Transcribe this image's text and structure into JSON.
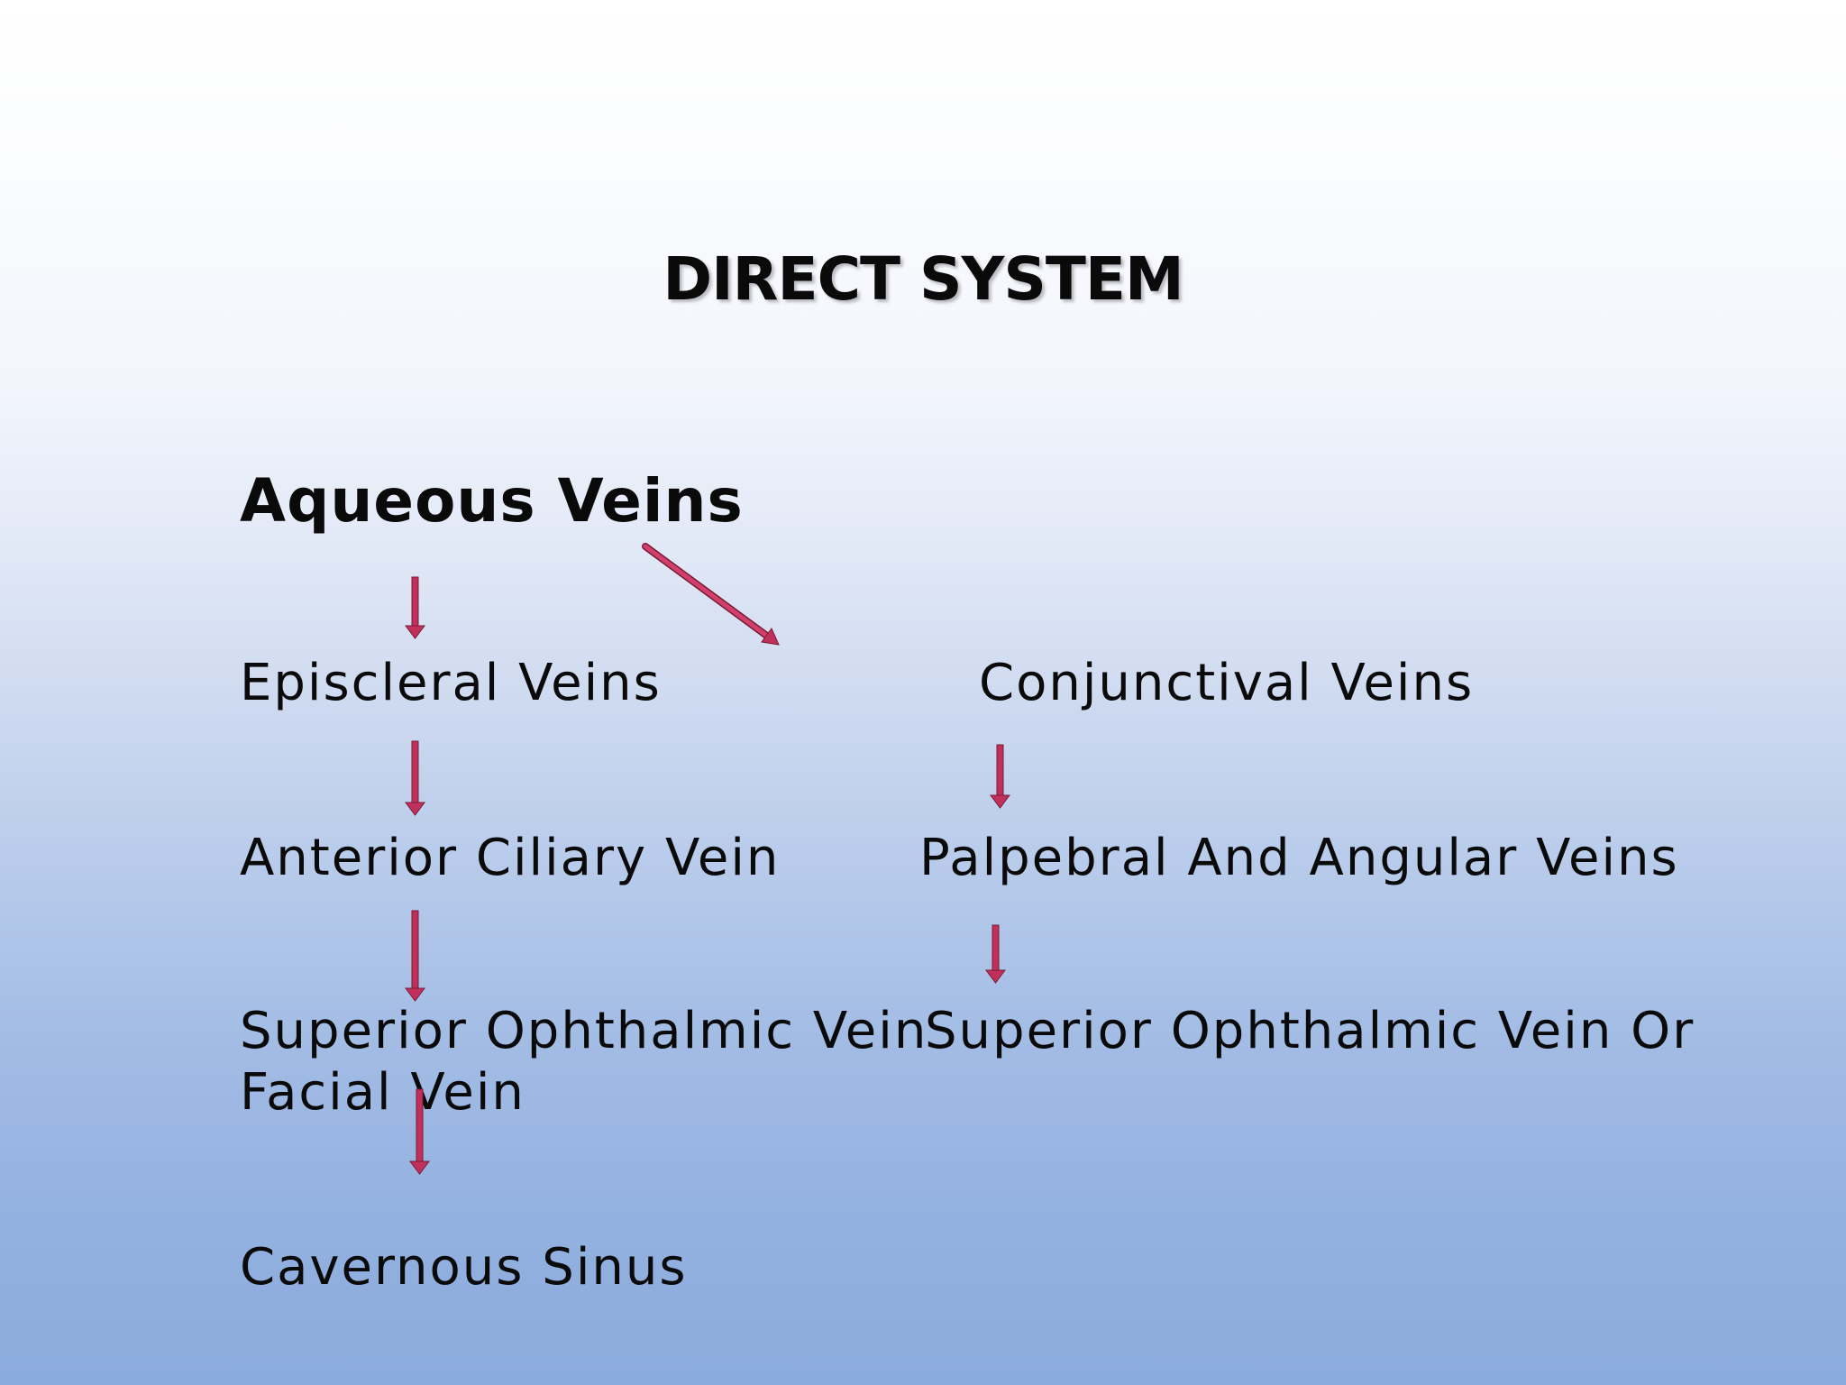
{
  "slide": {
    "title": "DIRECT SYSTEM",
    "background_top": "#ffffff",
    "background_bottom": "#8aabdd",
    "arrow_color": "#c0305a"
  },
  "nodes": {
    "aqueous_veins": "Aqueous Veins",
    "episcleral_veins": "Episcleral Veins",
    "conjunctival_veins": "Conjunctival Veins",
    "anterior_ciliary_vein": "Anterior Ciliary Vein",
    "palpebral_angular_veins": "Palpebral And Angular Veins",
    "superior_ophthalmic_left": "Superior Ophthalmic Vein",
    "superior_ophthalmic_right": "Superior Ophthalmic Vein Or",
    "facial_vein": "Facial Vein",
    "cavernous_sinus": "Cavernous Sinus"
  }
}
